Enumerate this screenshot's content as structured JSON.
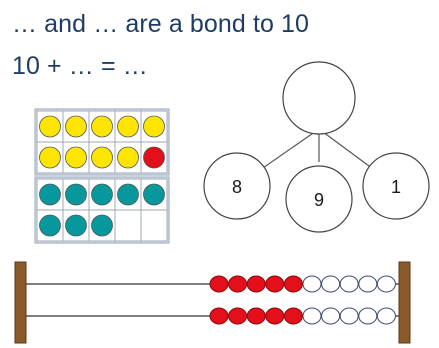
{
  "sentence_1": "… and … are a bond to 10",
  "sentence_2": "10 + … = …",
  "colors": {
    "text": "#1f3c63",
    "yellow_counter": "#fde500",
    "red_counter": "#e3101b",
    "teal_counter": "#07989e",
    "frame_fill": "#d9e2f2",
    "abacus_frame": "#8b5a2b",
    "bead_red": "#e3101b"
  },
  "ten_frame_top": {
    "cells": [
      "yellow",
      "yellow",
      "yellow",
      "yellow",
      "yellow",
      "yellow",
      "yellow",
      "yellow",
      "yellow",
      "red"
    ]
  },
  "ten_frame_bottom": {
    "cells": [
      "teal",
      "teal",
      "teal",
      "teal",
      "teal",
      "teal",
      "teal",
      "teal",
      "empty",
      "empty"
    ]
  },
  "part_whole": {
    "whole": "",
    "parts": [
      "8",
      "9",
      "1"
    ]
  },
  "abacus": {
    "rows": [
      {
        "red_beads": 5,
        "white_beads": 5
      },
      {
        "red_beads": 5,
        "white_beads": 5
      }
    ]
  }
}
